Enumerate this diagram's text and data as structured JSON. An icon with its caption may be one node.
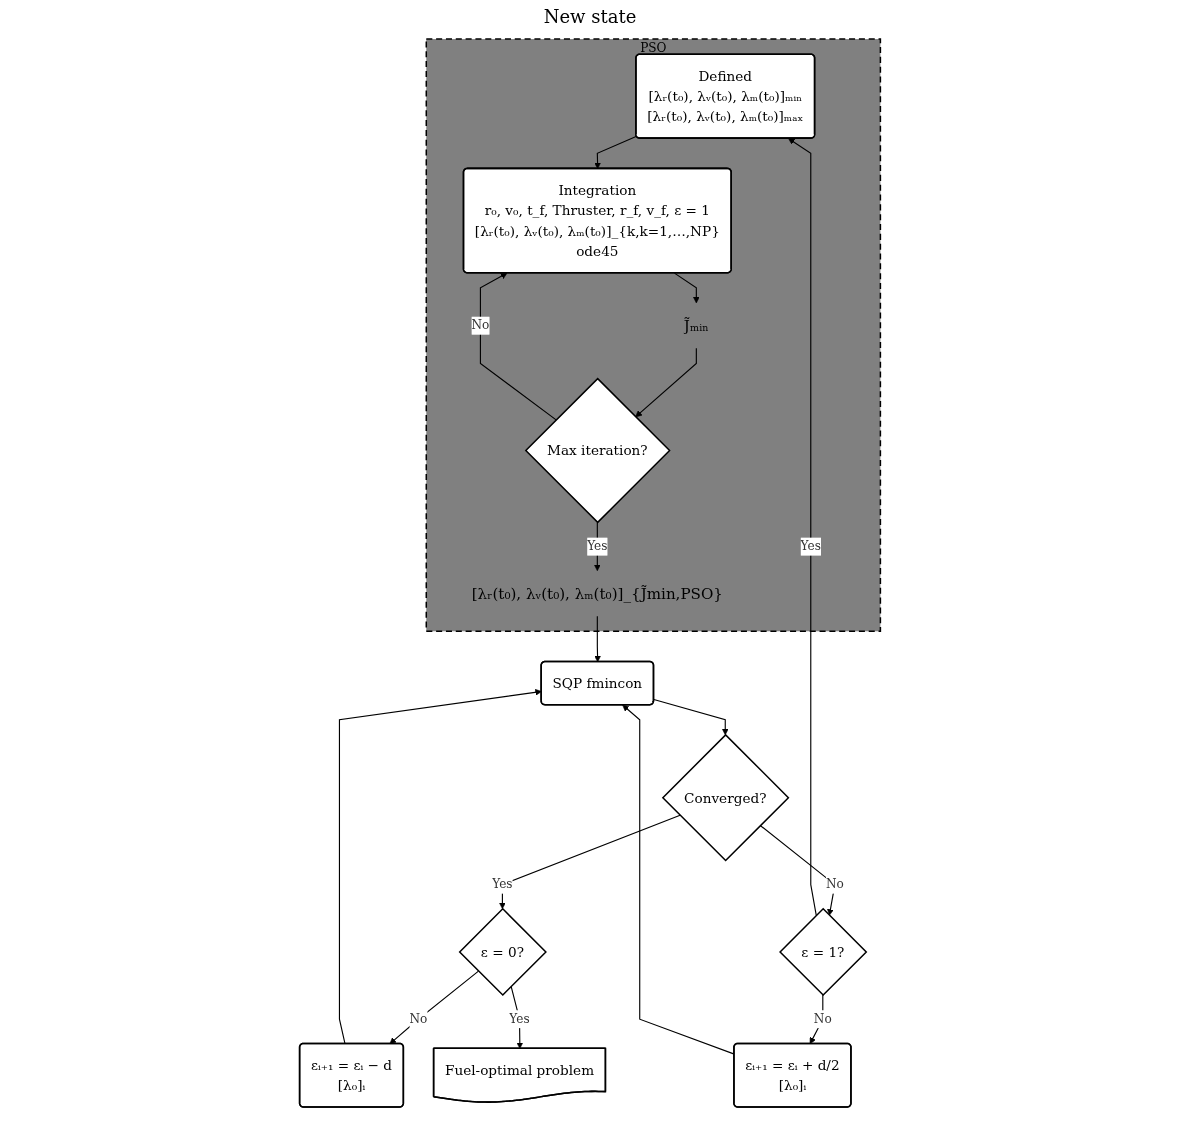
{
  "diagram": {
    "nodes": [
      {
        "text": [
          "PSO"
        ]
      },
      {
        "text": [
          "Defined",
          "[λᵣ(t₀), λᵥ(t₀), λₘ(t₀)]ₘᵢₙ",
          "[λᵣ(t₀), λᵥ(t₀), λₘ(t₀)]ₘₐₓ"
        ],
        "in": 0
      },
      {
        "text": [
          "Integration",
          "r₀, v₀, t_f, Thruster, r_f, v_f, ε = 1",
          "[λᵣ(t₀), λᵥ(t₀), λₘ(t₀)]_{k,k=1,…,NP}",
          "ode45"
        ],
        "in": 0
      },
      {
        "text": [
          "J̃ₘᵢₙ"
        ],
        "in": 0
      },
      {
        "text": [
          "Max iteration?"
        ],
        "in": 0
      },
      {
        "text": [
          "[λᵣ(t₀), λᵥ(t₀), λₘ(t₀)]_{J̃min,PSO}"
        ],
        "in": 0
      },
      {
        "text": [
          "SQP fmincon"
        ]
      },
      {
        "text": [
          "εᵢ₊₁ = εᵢ − d",
          "[λ₀]ᵢ"
        ]
      },
      {
        "text": [
          "εᵢ₊₁ = εᵢ + d/2",
          "[λ₀]ᵢ"
        ]
      },
      {
        "text": [
          "Converged?"
        ]
      },
      {
        "text": [
          "ε = 0?"
        ]
      },
      {
        "text": [
          "ε = 1?"
        ]
      },
      {
        "text": [
          "Fuel-optimal problem"
        ]
      }
    ],
    "edges": [
      {
        "from": 1,
        "to": 2,
        "arrow": "to"
      },
      {
        "from": 2,
        "to": 3,
        "arrow": "to"
      },
      {
        "from": 3,
        "to": 4,
        "arrow": "to"
      },
      {
        "from": 4,
        "to": 2,
        "arrow": "to",
        "label": "No"
      },
      {
        "from": 4,
        "to": 5,
        "arrow": "to",
        "label": "Yes"
      },
      {
        "from": 5,
        "to": 6,
        "arrow": "to"
      },
      {
        "from": 7,
        "to": 6,
        "arrow": "to"
      },
      {
        "from": 8,
        "to": 6,
        "arrow": "to"
      },
      {
        "from": 6,
        "to": 9,
        "arrow": "to"
      },
      {
        "from": 9,
        "to": 10,
        "arrow": "to",
        "label": "Yes"
      },
      {
        "from": 9,
        "to": 11,
        "arrow": "to",
        "label": "No"
      },
      {
        "from": 10,
        "to": 7,
        "arrow": "to",
        "label": "No"
      },
      {
        "from": 11,
        "to": 8,
        "arrow": "to",
        "label": "No"
      },
      {
        "from": 10,
        "to": 12,
        "arrow": "to",
        "label": "Yes"
      },
      {
        "from": 11,
        "to": 1,
        "arrow": "to",
        "label": "Yes"
      }
    ],
    "labels": [
      "New state"
    ]
  }
}
